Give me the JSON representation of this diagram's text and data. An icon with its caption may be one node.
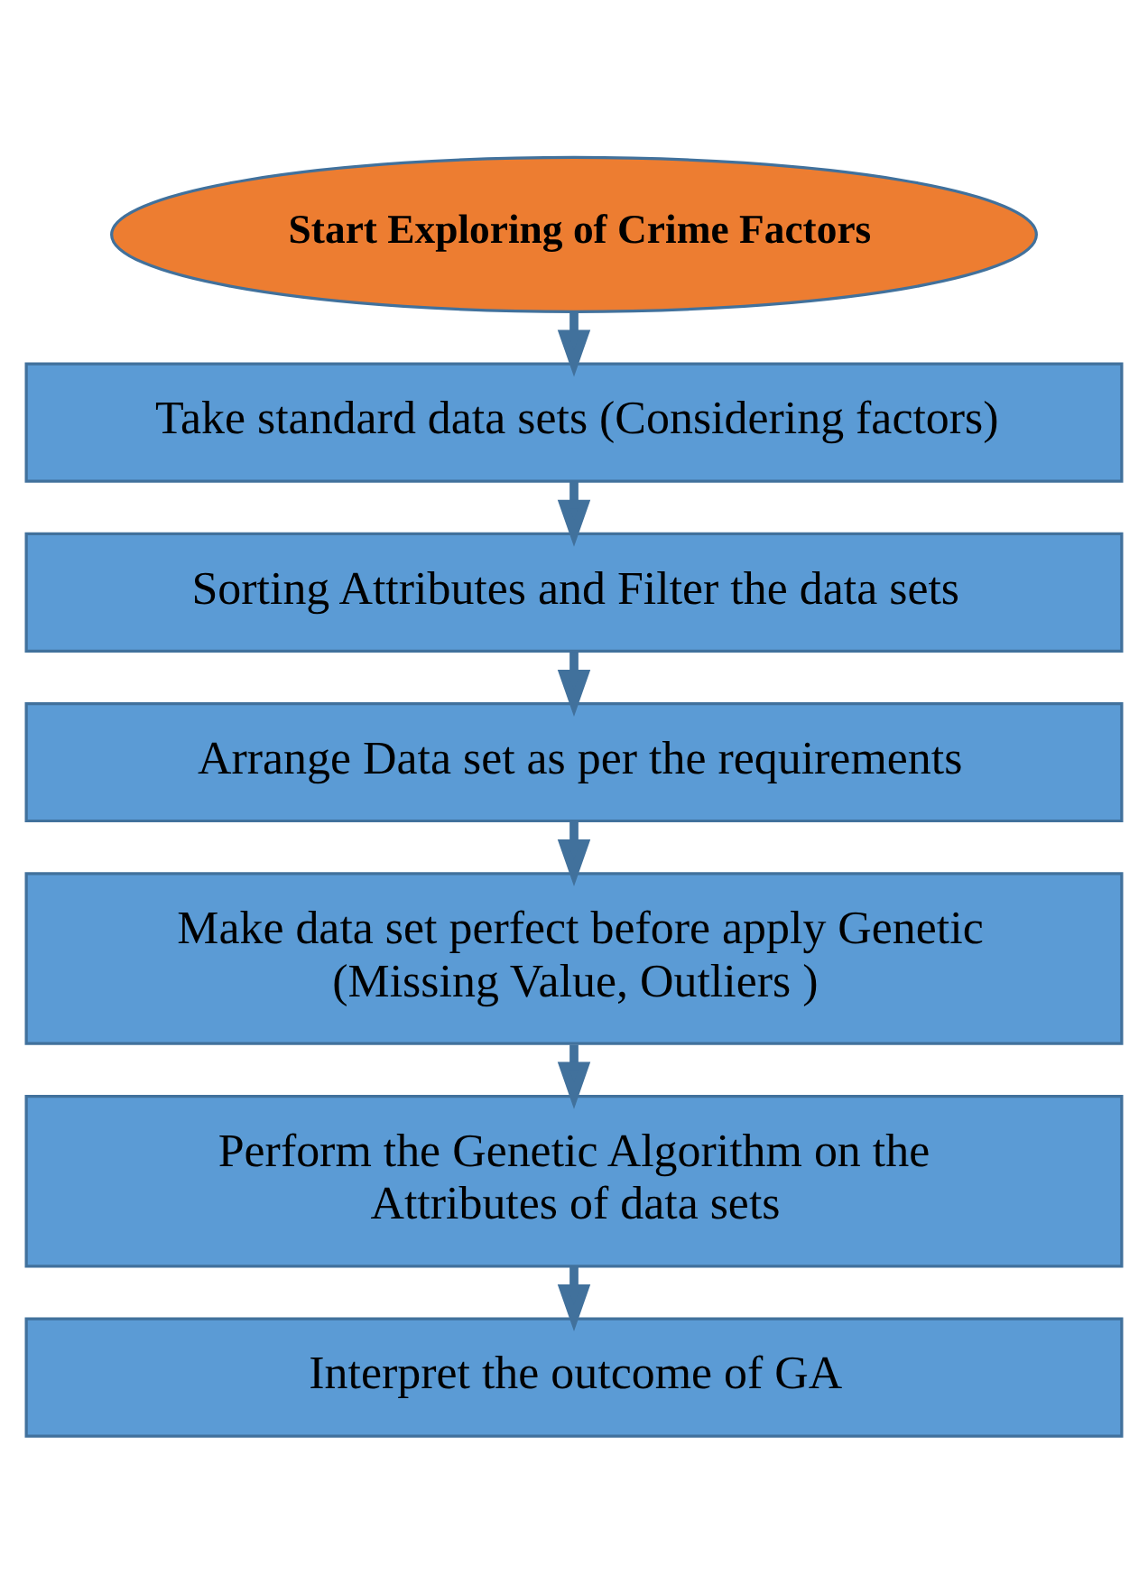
{
  "diagram": {
    "nodes": [
      {
        "text": [
          "Start Exploring of Crime Factors"
        ]
      },
      {
        "text": [
          "Take standard data sets (Considering factors)"
        ]
      },
      {
        "text": [
          "Sorting Attributes and Filter the data sets"
        ]
      },
      {
        "text": [
          "Arrange Data set as per the requirements"
        ]
      },
      {
        "text": [
          "Make data set perfect before apply Genetic (Missing Value, Outliers )"
        ]
      },
      {
        "text": [
          "Perform the Genetic Algorithm on the Attributes of data sets"
        ]
      },
      {
        "text": [
          "Interpret the outcome of GA"
        ]
      }
    ],
    "edges": [
      {
        "from": 0,
        "to": 1,
        "arrow": "to"
      },
      {
        "from": 1,
        "to": 2,
        "arrow": "to"
      },
      {
        "from": 2,
        "to": 3,
        "arrow": "to"
      },
      {
        "from": 3,
        "to": 4,
        "arrow": "to"
      },
      {
        "from": 4,
        "to": 5,
        "arrow": "to"
      },
      {
        "from": 5,
        "to": 6,
        "arrow": "to"
      }
    ]
  }
}
